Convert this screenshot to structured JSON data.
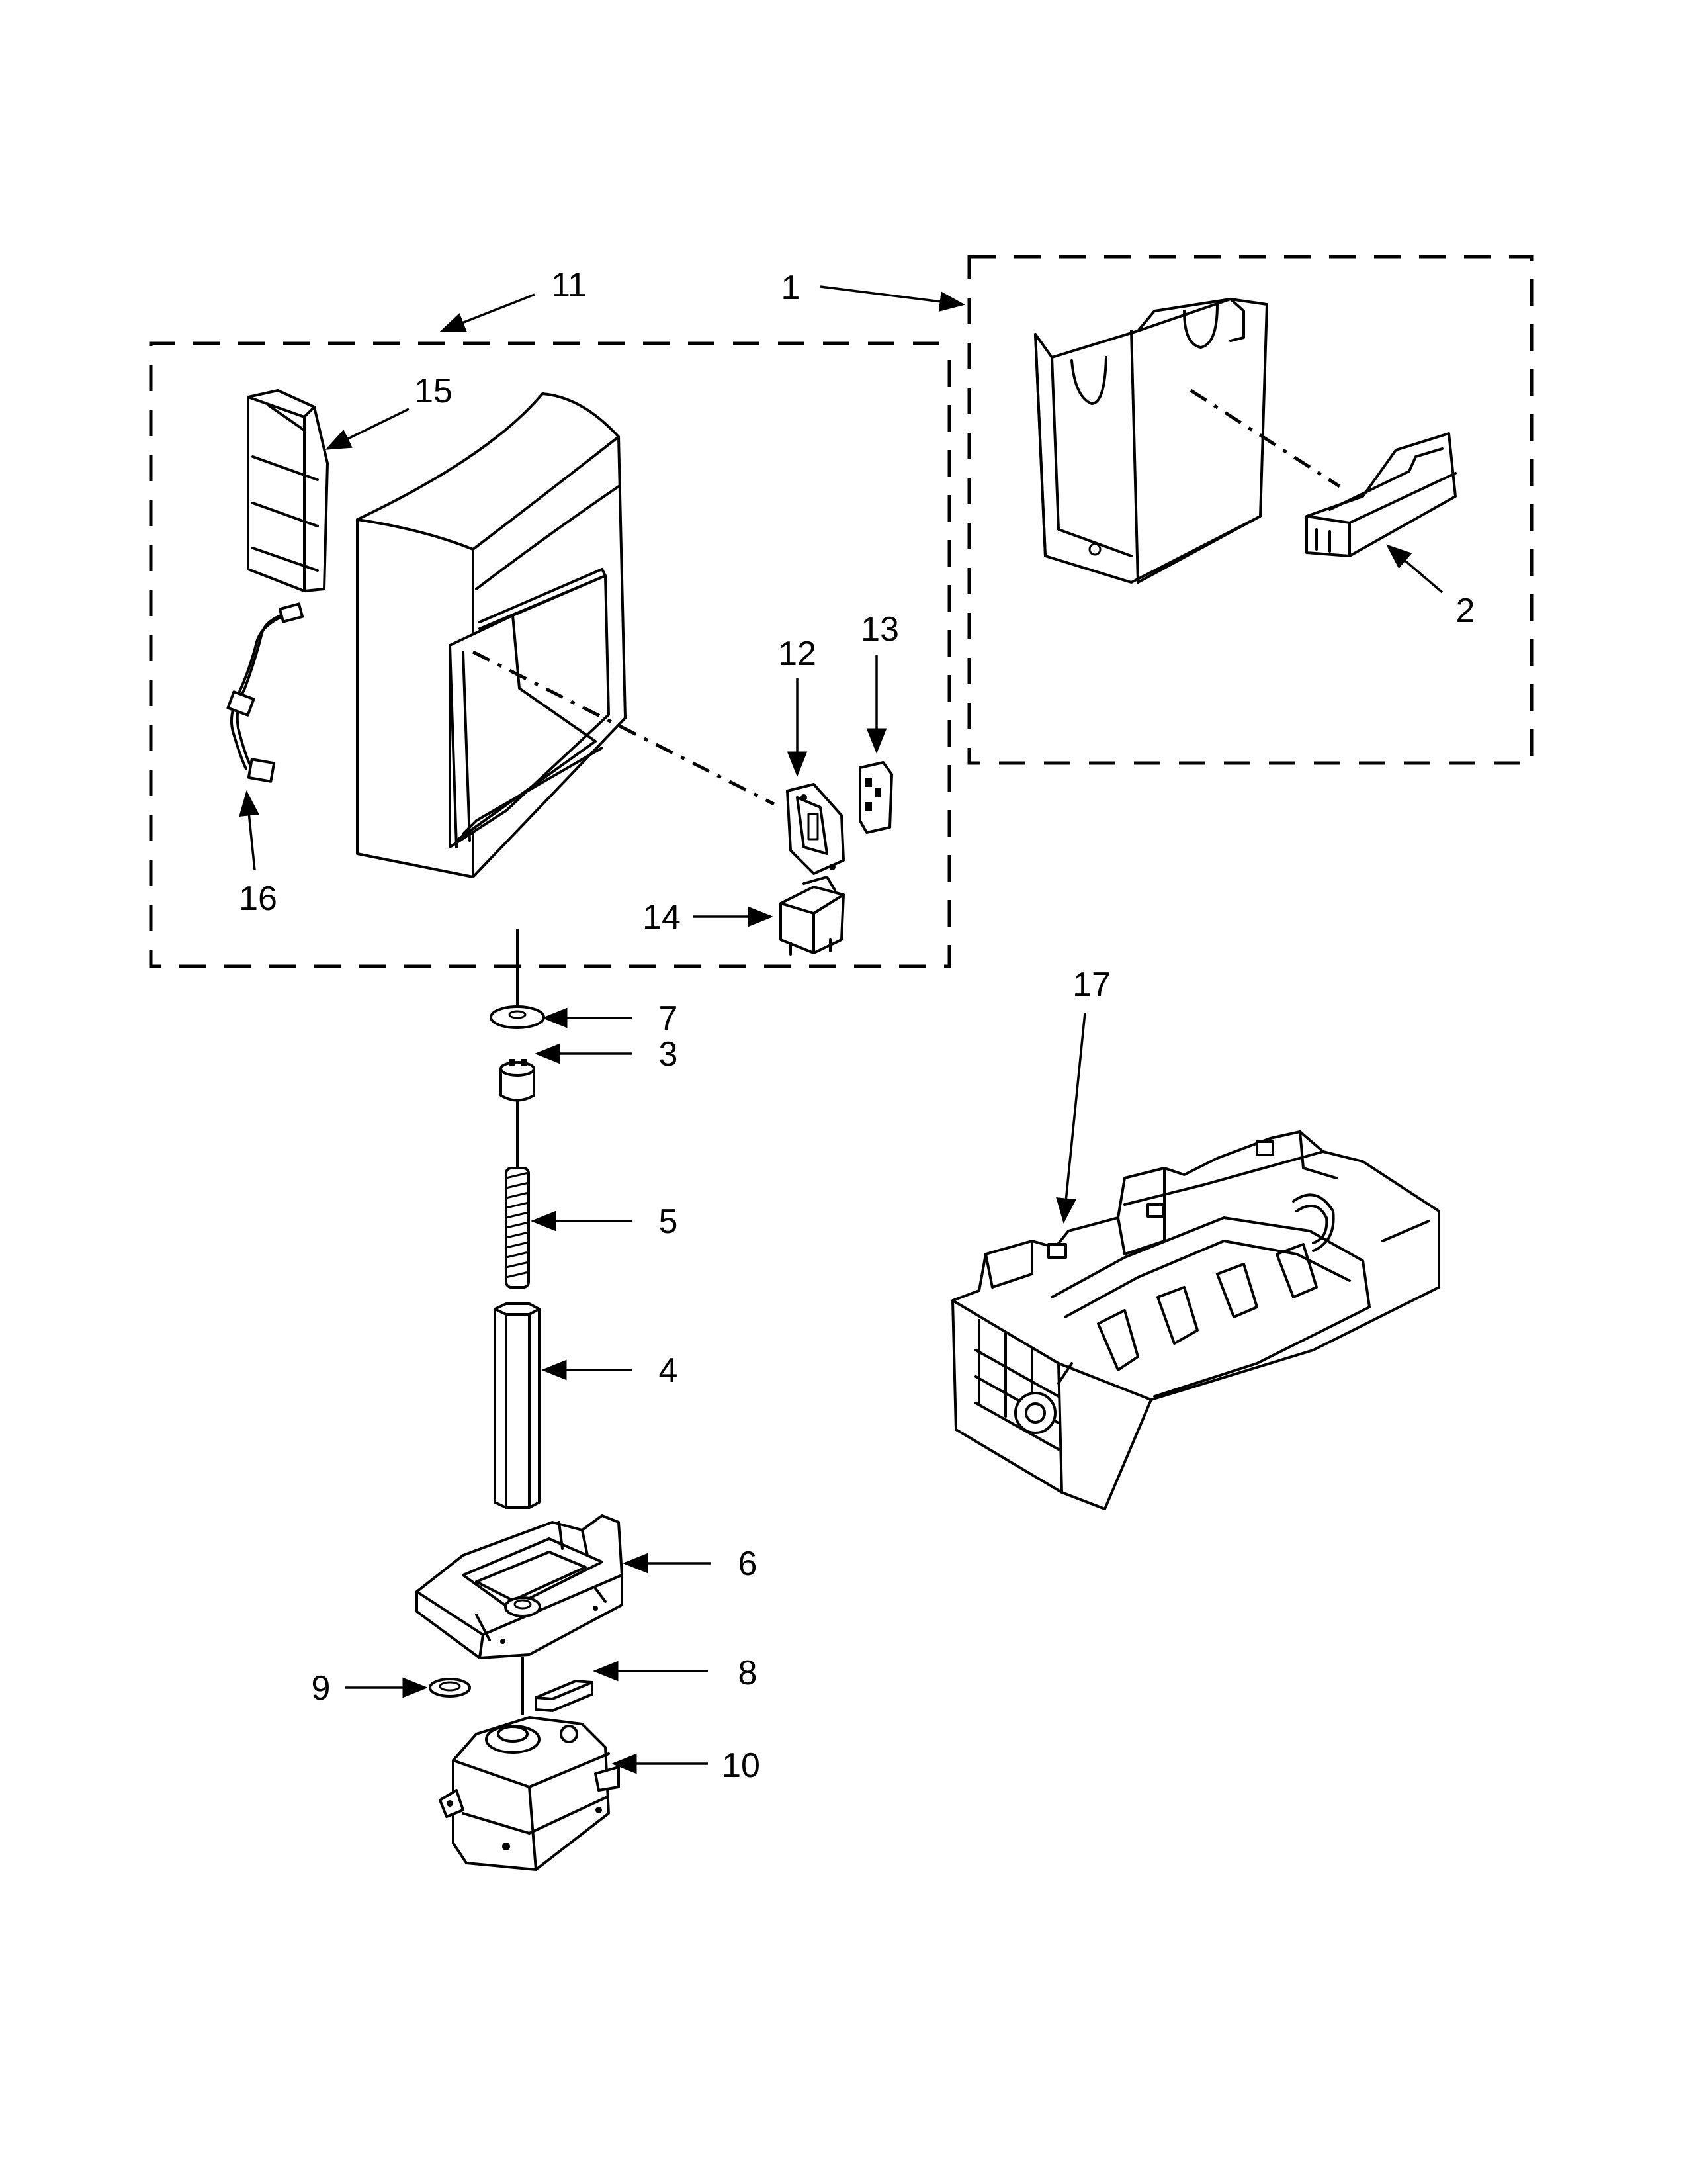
{
  "diagram": {
    "callouts": {
      "c1": "1",
      "c2": "2",
      "c3": "3",
      "c4": "4",
      "c5": "5",
      "c6": "6",
      "c7": "7",
      "c8": "8",
      "c9": "9",
      "c10": "10",
      "c11": "11",
      "c12": "12",
      "c13": "13",
      "c14": "14",
      "c15": "15",
      "c16": "16",
      "c17": "17"
    }
  }
}
